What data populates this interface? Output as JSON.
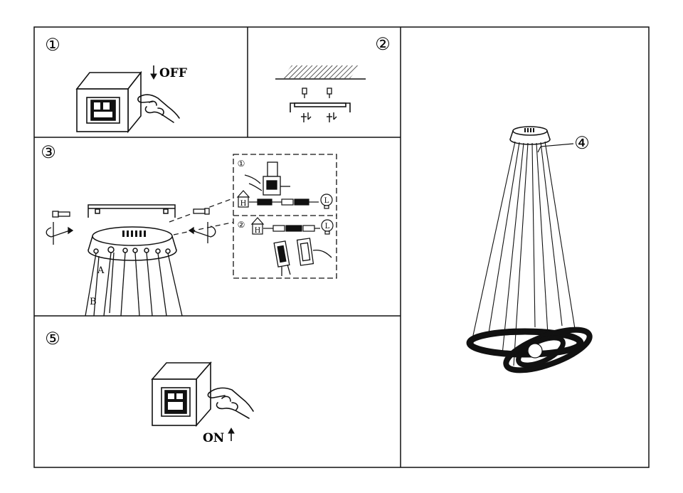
{
  "panel1": {
    "step": "①",
    "label": "OFF"
  },
  "panel2": {
    "step": "②"
  },
  "panel3": {
    "step": "③",
    "label_a": "A",
    "label_b": "B",
    "inset1": {
      "step": "①",
      "house_letter": "H",
      "bulb_letter": "L"
    },
    "inset2": {
      "step": "②",
      "house_letter": "H",
      "bulb_letter": "L"
    }
  },
  "panel4": {
    "step": "④"
  },
  "panel5": {
    "step": "⑤",
    "label": "ON"
  },
  "colors": {
    "ink": "#111111",
    "paper": "#ffffff"
  }
}
